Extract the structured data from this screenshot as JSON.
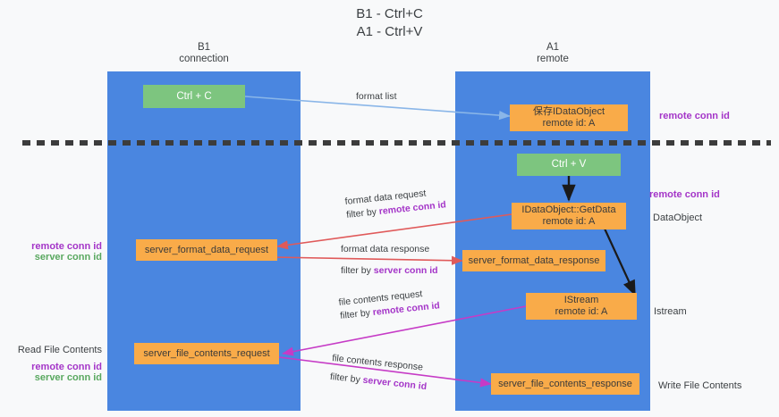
{
  "diagram": {
    "title": "B1 - Ctrl+C\nA1 - Ctrl+V",
    "colors": {
      "lane": "#4a86e0",
      "background": "#f8f9fa",
      "green_box": "#7dc57f",
      "orange_box": "#f9ab49",
      "purple_text": "#a435c8",
      "green_text": "#59a85f",
      "divider": "#3c3c3c",
      "arrow_format_list": "#8ab6e8",
      "arrow_ctrl_v": "#1a1a1a",
      "arrow_format_data": "#e05a5a",
      "arrow_file_contents": "#c63bc6"
    },
    "lanes": [
      {
        "id": "b1",
        "header": "B1\nconnection"
      },
      {
        "id": "a1",
        "header": "A1\nremote"
      }
    ],
    "boxes": [
      {
        "id": "ctrl-c",
        "label": "Ctrl + C",
        "style": "green"
      },
      {
        "id": "idataobject",
        "label": "保存IDataObject\nremote id: A",
        "style": "orange"
      },
      {
        "id": "ctrl-v",
        "label": "Ctrl + V",
        "style": "green"
      },
      {
        "id": "idataobject-getdata",
        "label": "IDataObject::GetData\nremote id: A",
        "style": "orange"
      },
      {
        "id": "server-format-data-request",
        "label": "server_format_data_request",
        "style": "orange"
      },
      {
        "id": "server-format-data-response",
        "label": "server_format_data_response",
        "style": "orange"
      },
      {
        "id": "istream",
        "label": "IStream\nremote id: A",
        "style": "orange"
      },
      {
        "id": "server-file-contents-request",
        "label": "server_file_contents_request",
        "style": "orange"
      },
      {
        "id": "server-file-contents-response",
        "label": "server_file_contents_response",
        "style": "orange"
      }
    ],
    "edge_labels": [
      {
        "id": "format-list",
        "line1": "format list",
        "line2": "",
        "line2_hi": ""
      },
      {
        "id": "format-data-request",
        "line1": "format data request",
        "line2": "filter by ",
        "line2_hi": "remote conn id"
      },
      {
        "id": "format-data-response",
        "line1": "format data response",
        "line2": "filter by ",
        "line2_hi": "server conn id"
      },
      {
        "id": "file-contents-request",
        "line1": "file contents request",
        "line2": "filter by ",
        "line2_hi": "remote conn id"
      },
      {
        "id": "file-contents-response",
        "line1": "file contents response",
        "line2": "filter by ",
        "line2_hi": "server conn id"
      }
    ],
    "right_annotations": [
      {
        "id": "right-remote-conn-id-1",
        "label": "remote conn id",
        "style": "purple-bold"
      },
      {
        "id": "right-remote-conn-id-2",
        "label": "remote conn id",
        "style": "purple-bold"
      },
      {
        "id": "right-dataobject",
        "label": "DataObject",
        "style": "plain"
      },
      {
        "id": "right-istream",
        "label": "Istream",
        "style": "plain"
      },
      {
        "id": "right-write-file",
        "label": "Write File Contents",
        "style": "plain"
      }
    ],
    "left_annotations": [
      {
        "id": "left-remote-conn-id-1",
        "label": "remote conn id",
        "style": "purple-bold"
      },
      {
        "id": "left-server-conn-id-1",
        "label": "server conn id",
        "style": "green-bold"
      },
      {
        "id": "left-read-file",
        "label": "Read File Contents",
        "style": "plain"
      },
      {
        "id": "left-remote-conn-id-2",
        "label": "remote conn id",
        "style": "purple-bold"
      },
      {
        "id": "left-server-conn-id-2",
        "label": "server conn id",
        "style": "green-bold"
      }
    ]
  }
}
